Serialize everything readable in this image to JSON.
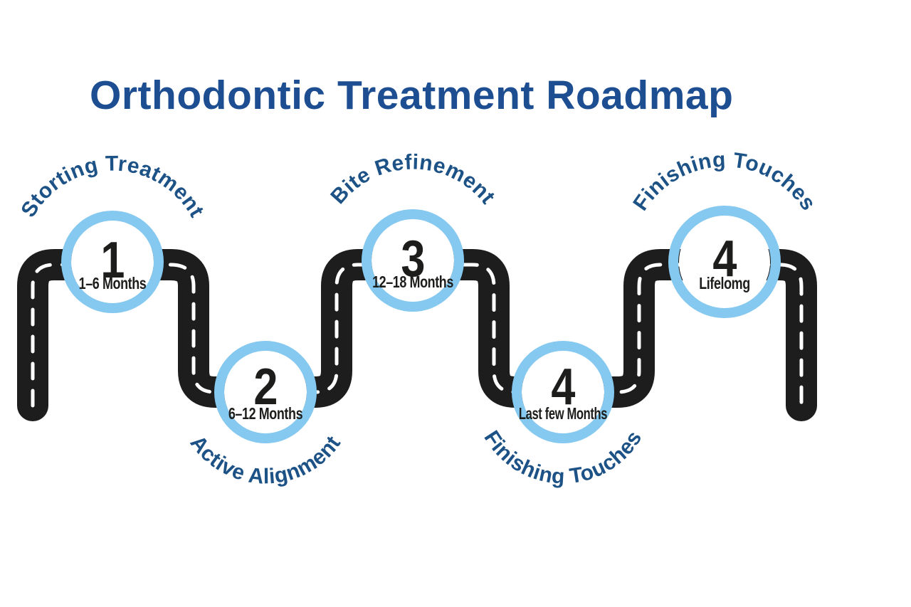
{
  "title": "Orthodontic Treatment Roadmap",
  "colors": {
    "title_blue": "#1d4e91",
    "label_blue": "#1d5287",
    "ring_blue": "#85c8f0",
    "road_black": "#1d1d1d",
    "text_black": "#1d1d1b"
  },
  "milestones": [
    {
      "number": "1",
      "duration": "1–6 Months",
      "label": "Storting Treatment",
      "label_position": "above"
    },
    {
      "number": "2",
      "duration": "6–12 Months",
      "label": "Active Alignment",
      "label_position": "below"
    },
    {
      "number": "3",
      "duration": "12–18 Months",
      "label": "Bite Refinement",
      "label_position": "above"
    },
    {
      "number": "4",
      "duration": "Last few Months",
      "label": "Finishing Touches",
      "label_position": "below"
    },
    {
      "number": "4",
      "duration": "Lifelomg",
      "label": "Finishing Touches",
      "label_position": "above"
    }
  ]
}
